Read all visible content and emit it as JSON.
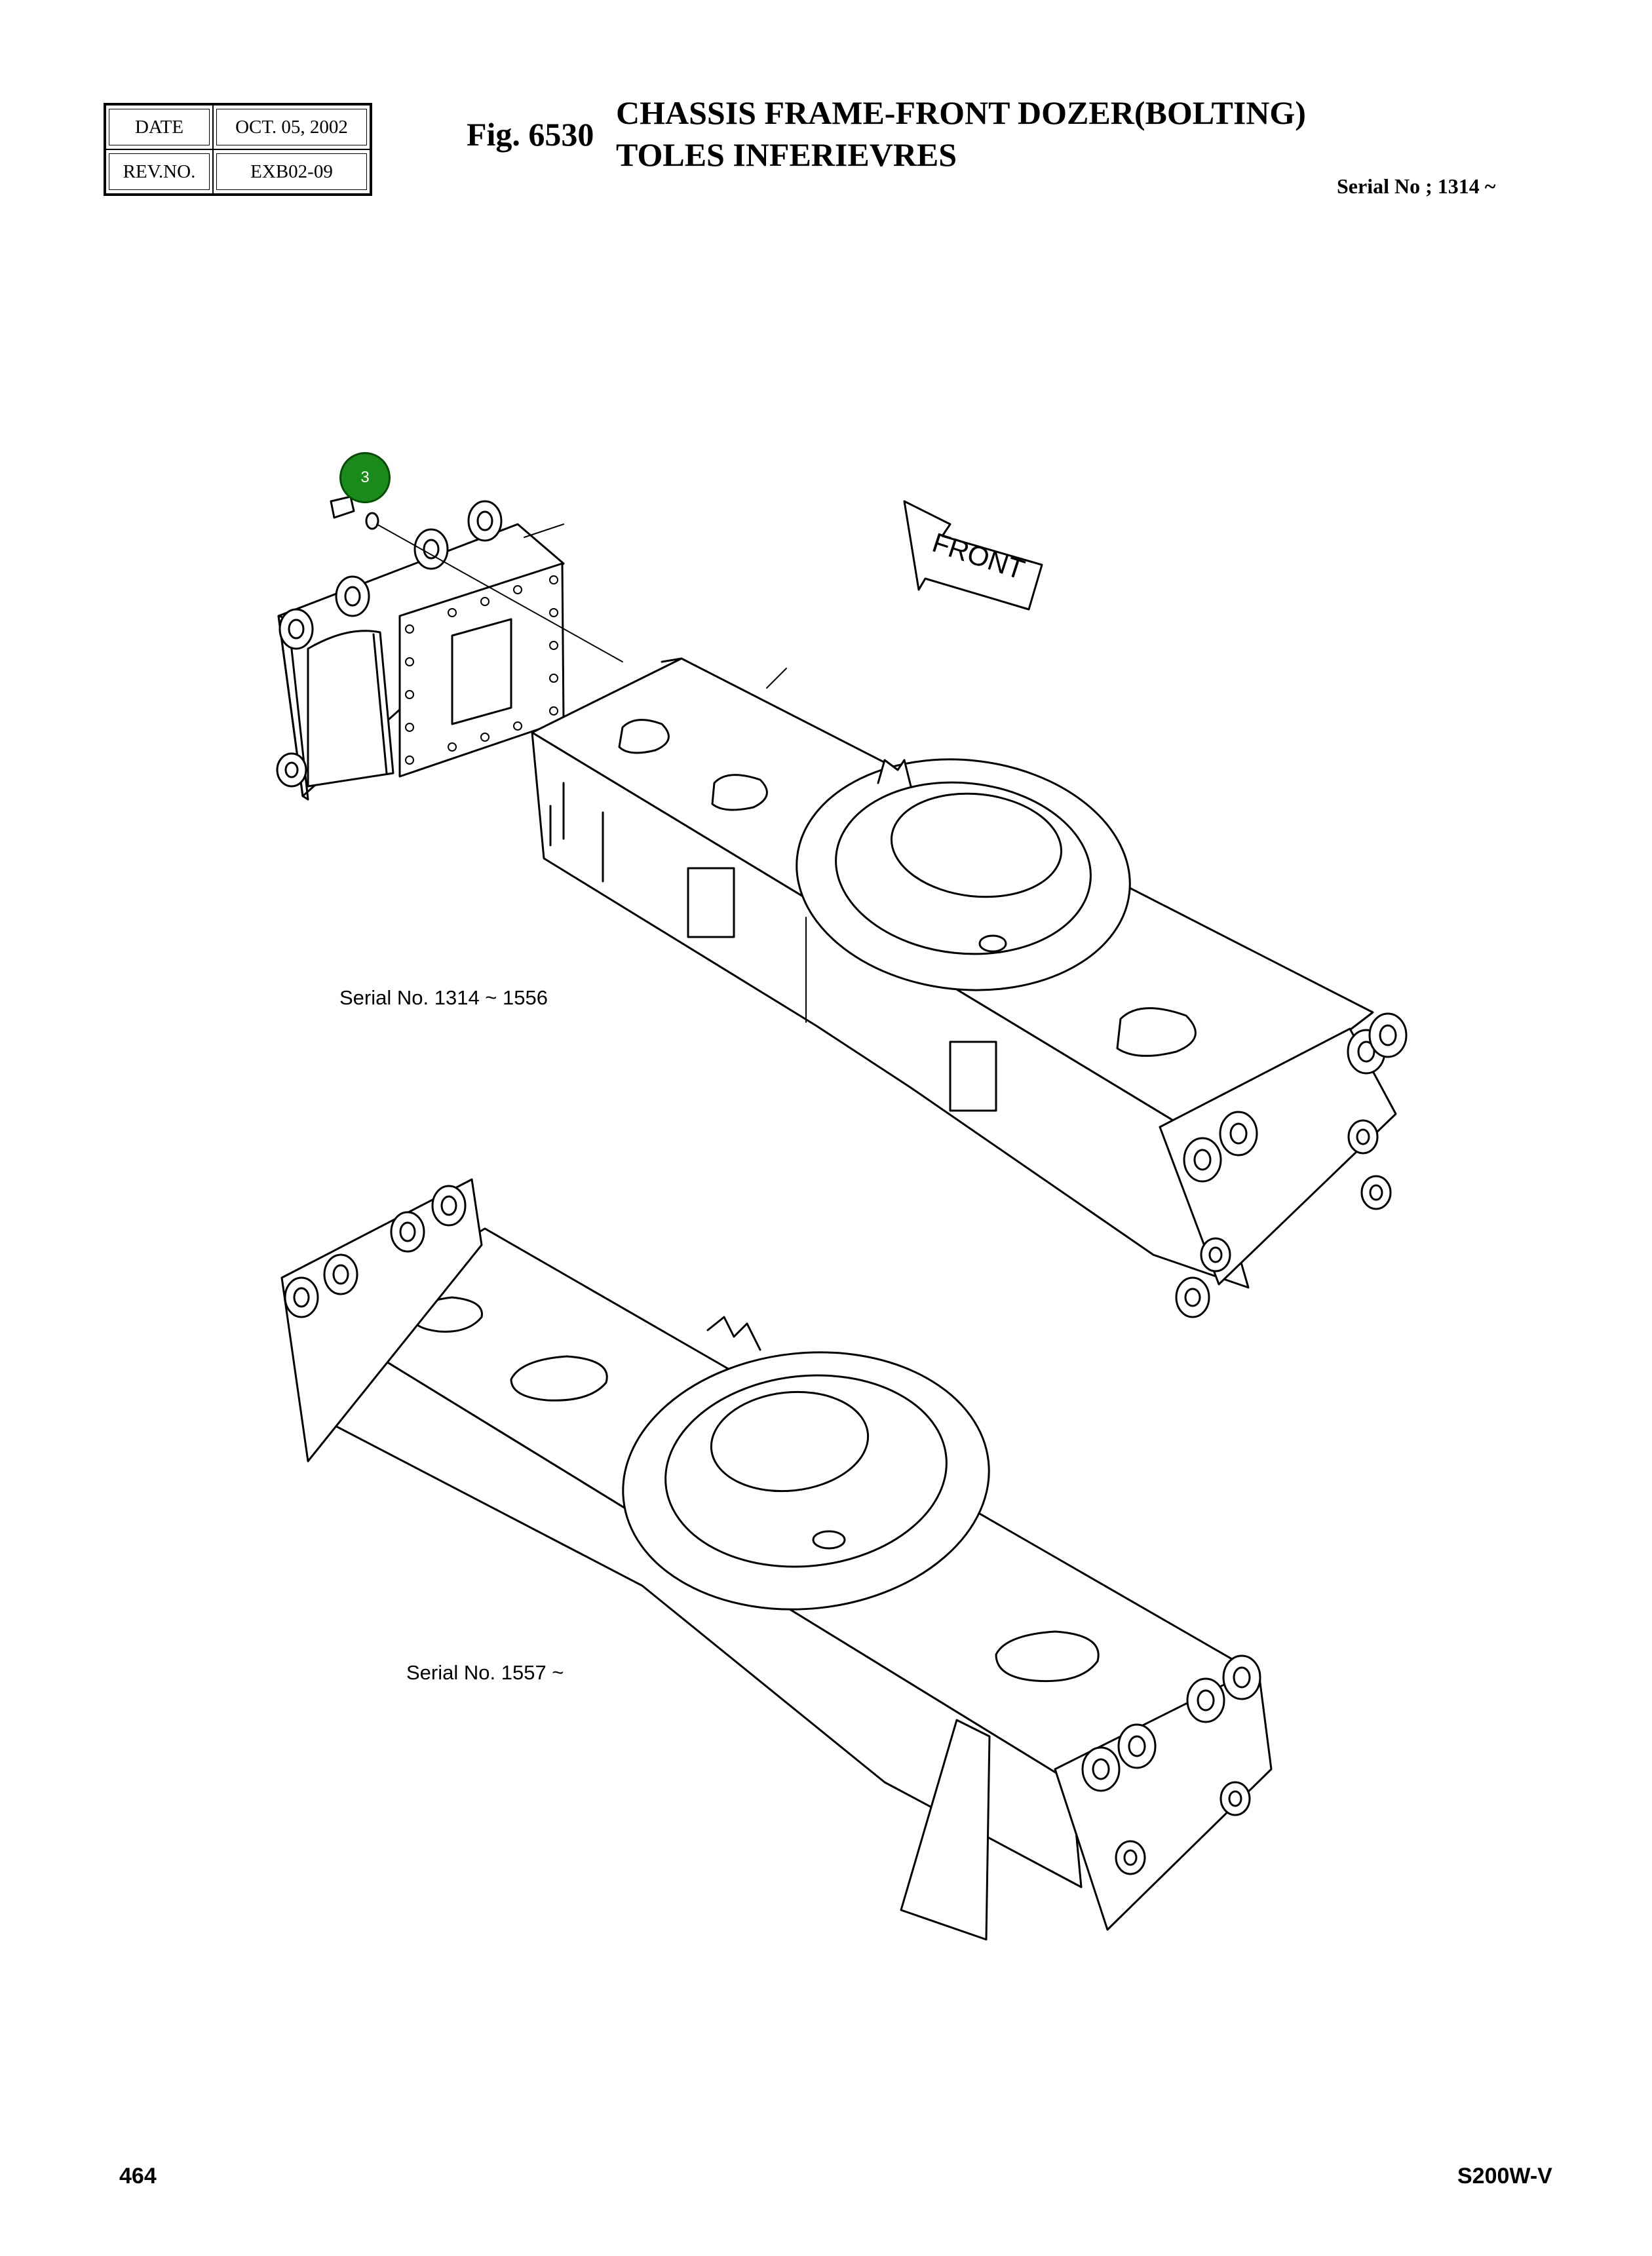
{
  "header": {
    "date_label": "DATE",
    "date_value": "OCT. 05, 2002",
    "rev_label": "REV.NO.",
    "rev_value": "EXB02-09"
  },
  "figure": {
    "number": "Fig. 6530",
    "title_line1": "CHASSIS FRAME-FRONT DOZER(BOLTING)",
    "title_line2": "TOLES INFERIEVRES",
    "serial_range": "Serial No ; 1314 ~"
  },
  "drawing": {
    "front_label": "FRONT",
    "callouts": [
      {
        "number": "3"
      }
    ],
    "frame_upper_label": "Serial No. 1314 ~ 1556",
    "frame_lower_label": "Serial No. 1557 ~"
  },
  "footer": {
    "page_number": "464",
    "model": "S200W-V"
  },
  "colors": {
    "callout_fill": "#1a8a1a",
    "line": "#000000"
  }
}
